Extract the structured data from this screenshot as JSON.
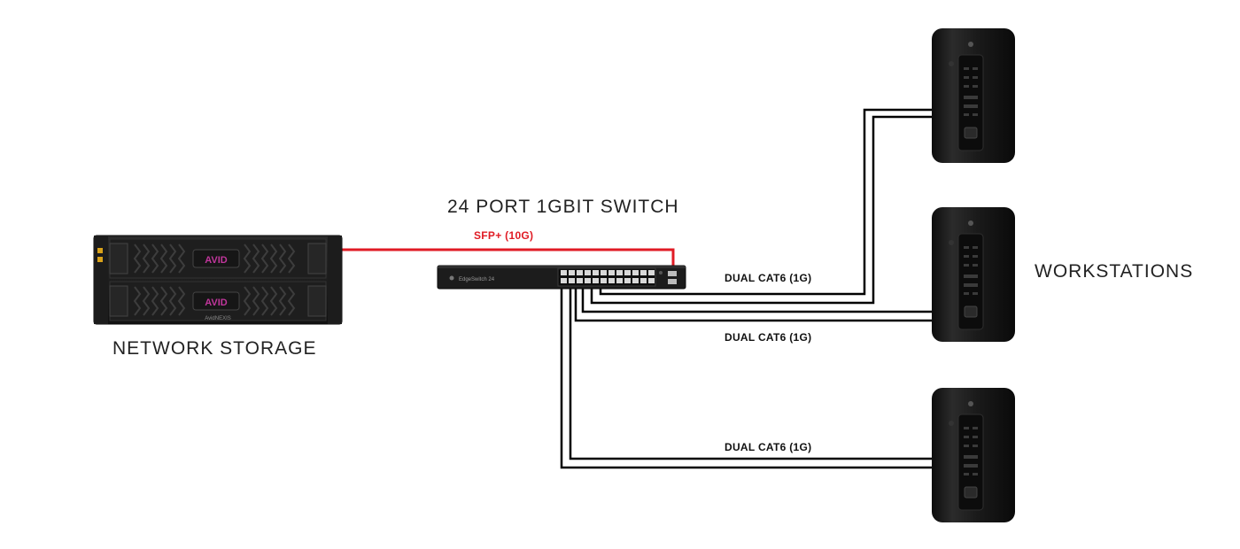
{
  "labels": {
    "switch_title": "24 PORT 1GBIT SWITCH",
    "sfp_link": "SFP+ (10G)",
    "storage": "NETWORK STORAGE",
    "workstations": "WORKSTATIONS",
    "cable_1": "DUAL CAT6 (1G)",
    "cable_2": "DUAL CAT6 (1G)",
    "cable_3": "DUAL CAT6 (1G)"
  },
  "storage_logo": {
    "brand_top": "AVID",
    "brand_bottom": "AVID",
    "model": "AvidNEXIS"
  },
  "switch_logo": {
    "name": "EdgeSwitch 24"
  },
  "colors": {
    "sfp_cable": "#e01b24",
    "cat6_cable": "#000000",
    "accent_logo": "#c1369c"
  }
}
